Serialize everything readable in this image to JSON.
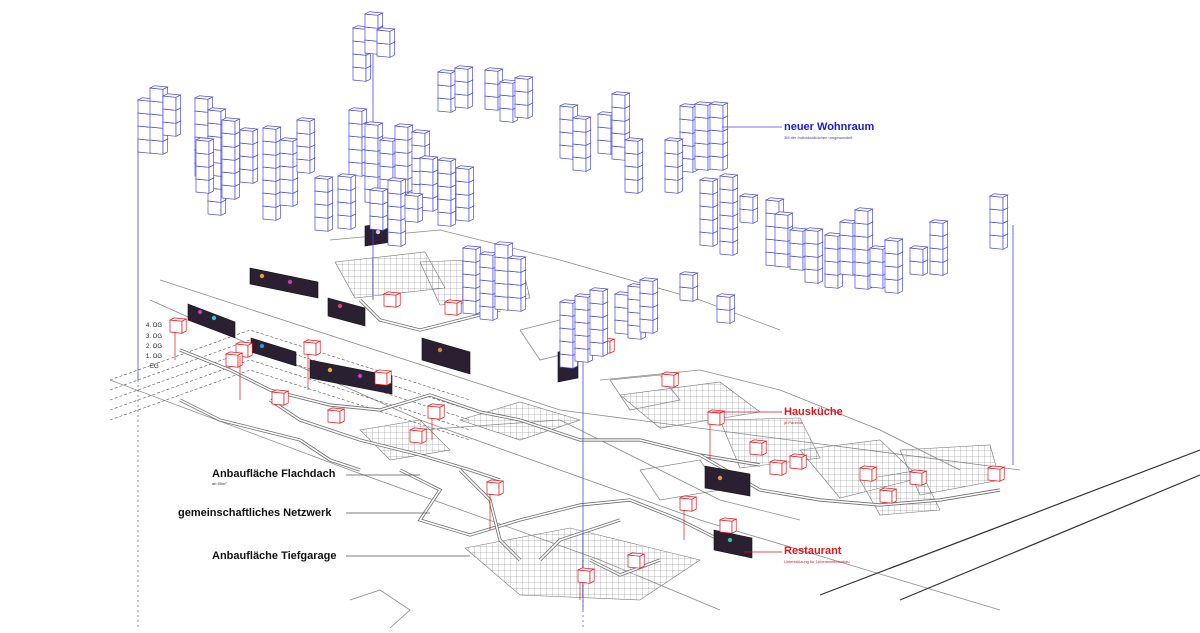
{
  "labels": {
    "neuer_wohnraum": "neuer Wohnraum",
    "neuer_wohnraum_sub": "3M der Individualküchen umgewandelt",
    "hauskueche": "Hausküche",
    "hauskueche_sub": "je Parzelle",
    "restaurant": "Restaurant",
    "restaurant_sub": "Unterstützung für Lebensmittelanbau",
    "anbauflaeche_flachdach": "Anbaufläche Flachdach",
    "anbauflaeche_flachdach_sub": "ab 50m²",
    "gemeinschaftliches_netzwerk": "gemeinschaftliches Netzwerk",
    "anbauflaeche_tiefgarage": "Anbaufläche Tiefgarage"
  },
  "floors": [
    "4. OG",
    "3. OG",
    "2. OG",
    "1. OG",
    "EG"
  ],
  "colors": {
    "housing_blue": "#4a4ae0",
    "kitchen_red": "#e3141b",
    "network_gray": "#6d6d6d",
    "label_black": "#111111"
  }
}
